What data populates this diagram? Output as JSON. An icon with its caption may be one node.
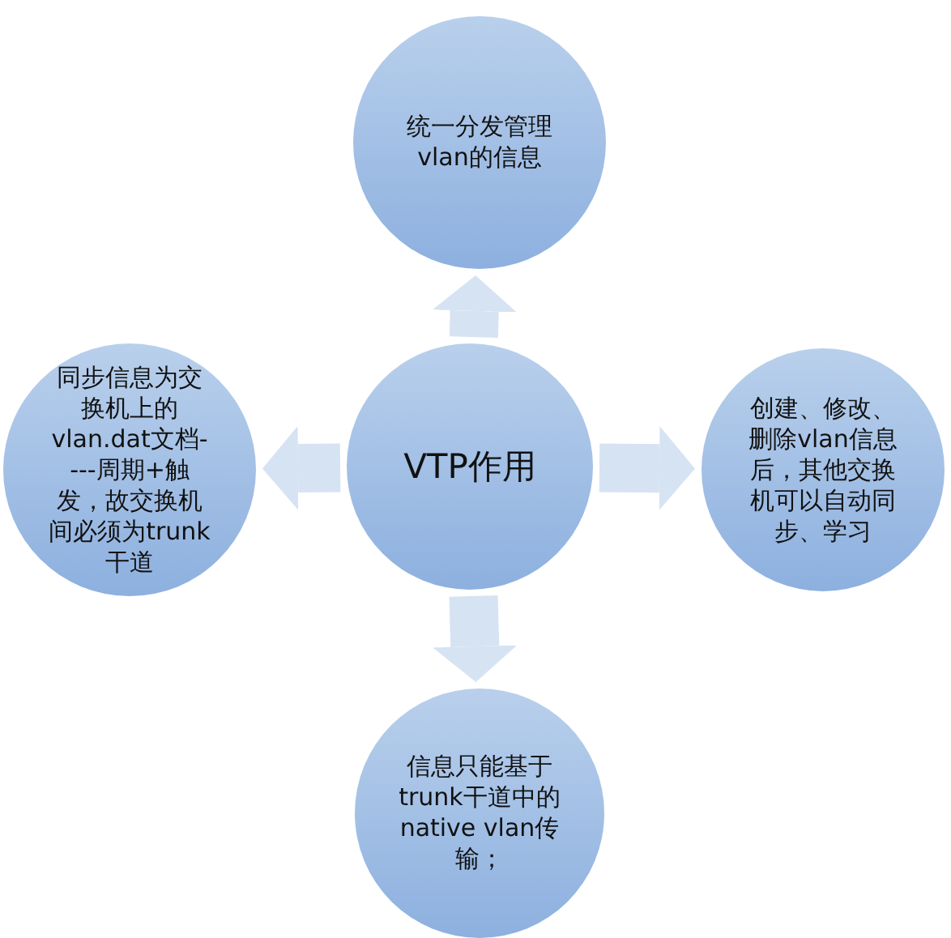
{
  "diagram": {
    "nodes": [
      {
        "text": [
          "统一分发管理vlan的信息"
        ]
      },
      {
        "text": [
          "同步信息为交换机上的vlan.dat文档----周期+触发，故交换机间必须为trunk干道"
        ]
      },
      {
        "text": [
          "VTP作用"
        ]
      },
      {
        "text": [
          "创建、修改、删除vlan信息后，其他交换机可以自动同步、学习"
        ]
      },
      {
        "text": [
          "信息只能基于trunk干道中的native vlan传输；"
        ]
      }
    ],
    "edges": [
      {
        "from": 2,
        "to": 0,
        "arrow": "to"
      },
      {
        "from": 2,
        "to": 1,
        "arrow": "to"
      },
      {
        "from": 2,
        "to": 3,
        "arrow": "to"
      },
      {
        "from": 2,
        "to": 4,
        "arrow": "to"
      }
    ]
  }
}
